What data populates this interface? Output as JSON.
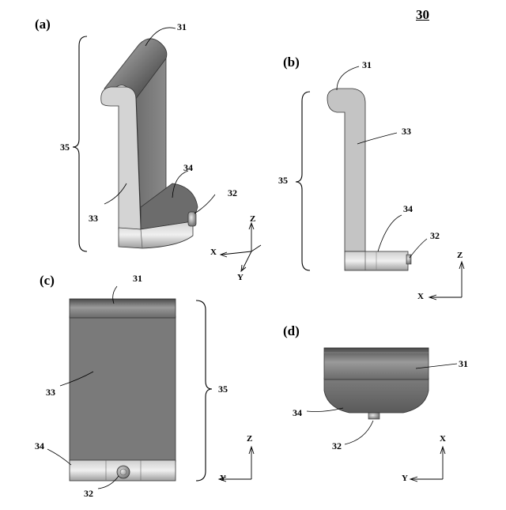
{
  "figure_number": "30",
  "panels": {
    "a": {
      "label": "(a)",
      "parts": {
        "top": "31",
        "column": "33",
        "base": "34",
        "knob": "32",
        "height": "35"
      },
      "axes": {
        "x": "X",
        "y": "Y",
        "z": "Z"
      }
    },
    "b": {
      "label": "(b)",
      "parts": {
        "top": "31",
        "column": "33",
        "base": "34",
        "knob": "32",
        "height": "35"
      },
      "axes": {
        "horizontal": "X",
        "vertical": "Z"
      }
    },
    "c": {
      "label": "(c)",
      "parts": {
        "top": "31",
        "column": "33",
        "base": "34",
        "knob": "32",
        "height": "35"
      },
      "axes": {
        "horizontal": "Y",
        "vertical": "Z"
      }
    },
    "d": {
      "label": "(d)",
      "parts": {
        "top": "31",
        "base": "34",
        "knob": "32"
      },
      "axes": {
        "horizontal": "Y",
        "vertical": "X"
      }
    }
  }
}
